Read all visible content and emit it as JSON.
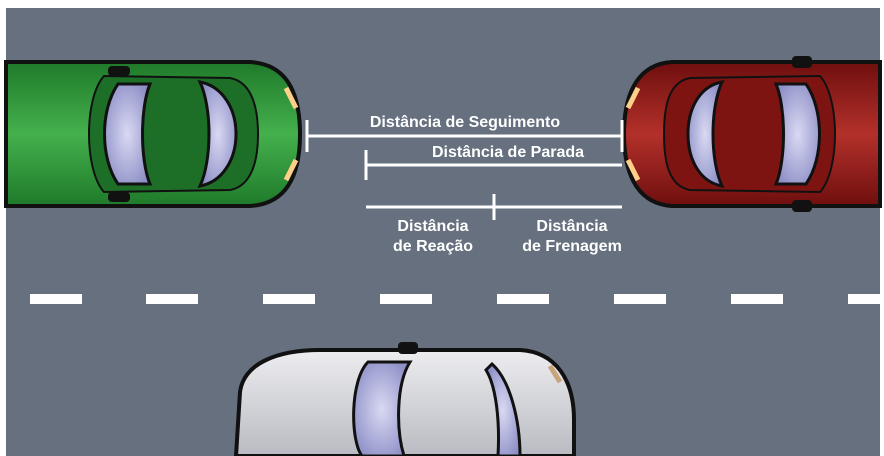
{
  "labels": {
    "following": "Distância de Seguimento",
    "stopping": "Distância de Parada",
    "reaction_line1": "Distância",
    "reaction_line2": "de Reação",
    "braking_line1": "Distância",
    "braking_line2": "de Frenagem"
  },
  "colors": {
    "road": "#66707f",
    "lane_marking": "#ffffff",
    "measure_lines": "#ffffff",
    "car_green": "#2f9a3a",
    "car_red": "#9a1a18",
    "car_gray": "#d6d7da",
    "glass": "#b7b8e0"
  },
  "icons": {
    "green_car": "car-top-view-icon",
    "red_car": "car-top-view-icon",
    "gray_car": "car-top-view-icon"
  }
}
